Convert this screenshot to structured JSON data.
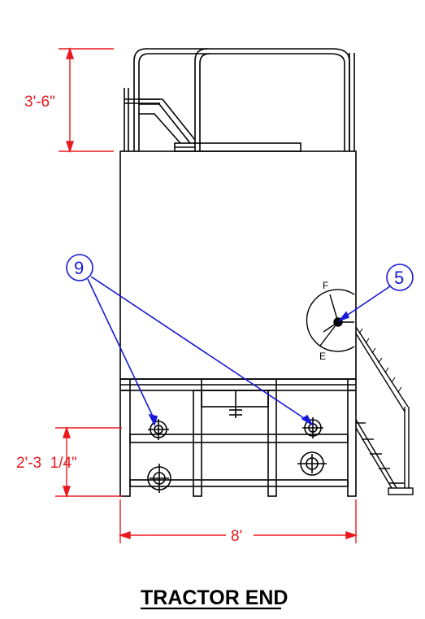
{
  "drawing": {
    "title": "TRACTOR END",
    "dimensions": {
      "railing_height": "3'-6\"",
      "base_height": "2'-3  1/4\"",
      "width": "8'"
    },
    "callouts": [
      {
        "id": "9"
      },
      {
        "id": "5"
      }
    ],
    "gauge": {
      "full_label": "F",
      "empty_label": "E"
    },
    "colors": {
      "dimension": "#e8191e",
      "callout": "#1818d8",
      "linework": "#000000"
    }
  }
}
